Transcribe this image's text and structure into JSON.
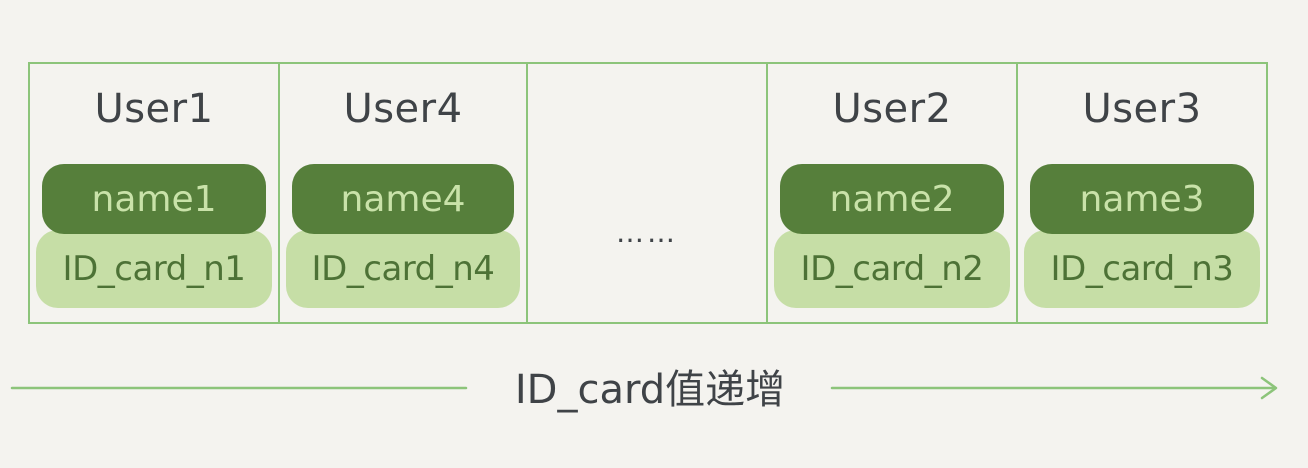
{
  "cells": [
    {
      "title": "User1",
      "name": "name1",
      "id_card": "ID_card_n1"
    },
    {
      "title": "User4",
      "name": "name4",
      "id_card": "ID_card_n4"
    },
    {
      "ellipsis": "……"
    },
    {
      "title": "User2",
      "name": "name2",
      "id_card": "ID_card_n2"
    },
    {
      "title": "User3",
      "name": "name3",
      "id_card": "ID_card_n3"
    }
  ],
  "axis": {
    "label": "ID_card值递增"
  },
  "colors": {
    "border": "#8cc47a",
    "name_fill": "#567f3b",
    "name_text": "#c9e2a9",
    "id_fill": "#c6dea6",
    "id_text": "#4d7236",
    "text_dark": "#3f4347",
    "background": "#f4f3ef"
  }
}
